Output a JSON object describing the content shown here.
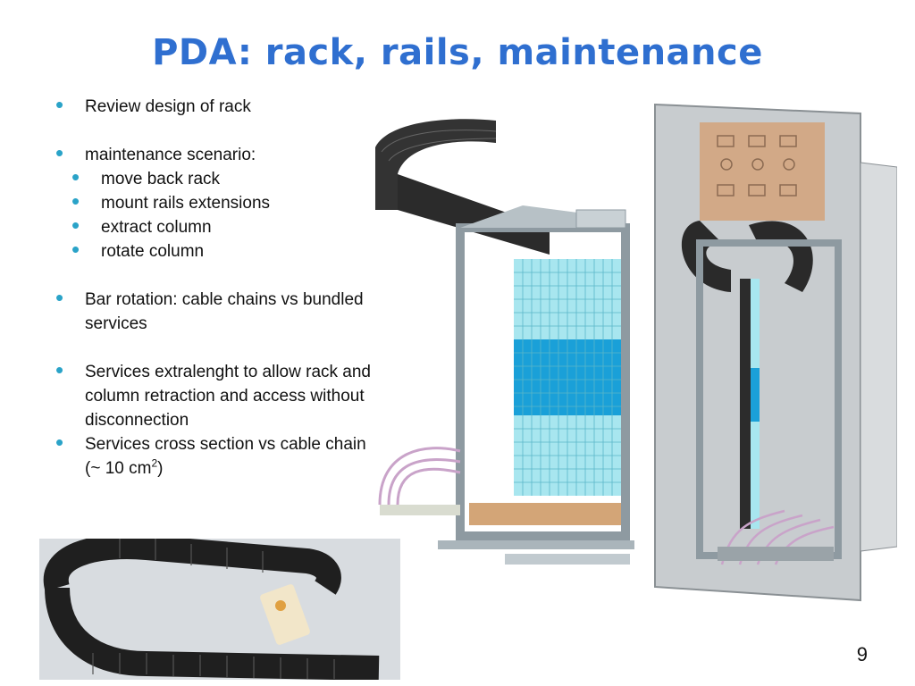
{
  "slide": {
    "title": "PDA: rack, rails, maintenance",
    "page_number": "9"
  },
  "bullets": {
    "review": "Review design of rack",
    "maintenance": "maintenance scenario:",
    "sub": [
      "move back rack",
      "mount rails extensions",
      "extract column",
      "rotate column"
    ],
    "bar_rotation": "Bar rotation: cable chains vs bundled services",
    "services_extra": "Services extralenght to allow rack and column retraction and access without disconnection",
    "services_cross_prefix": "Services cross section vs cable chain (~ 10 cm",
    "services_cross_sup": "2",
    "services_cross_suffix": ")"
  },
  "colors": {
    "title": "#2f6fd0",
    "bullet": "#2aa3c8",
    "crystal_light": "#a8e6ef",
    "crystal_dark": "#1aa0d8",
    "frame": "#9aa6ad",
    "cable_chain": "#2b2b2b"
  }
}
